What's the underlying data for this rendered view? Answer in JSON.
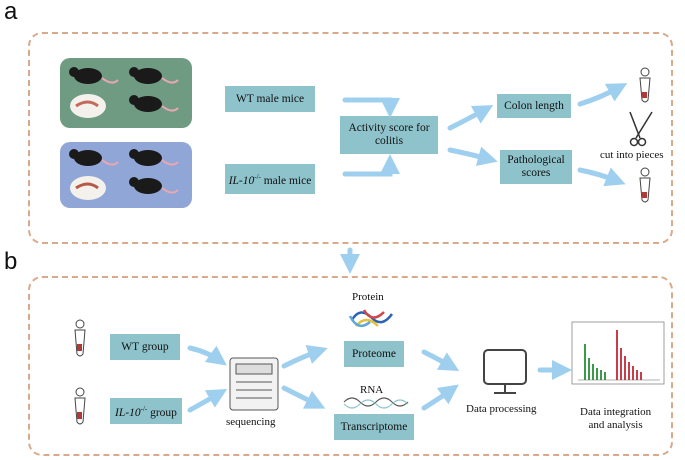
{
  "panels": {
    "a": "a",
    "b": "b"
  },
  "colors": {
    "frame": "#d9a98a",
    "box": "#8ec3cc",
    "arrow": "#9fcfee",
    "wt_bg": "#6f9b82",
    "il10_bg": "#8fa6d6"
  },
  "panel_a": {
    "wt_mice": "WT male mice",
    "il10_prefix": "IL-10",
    "il10_sup": "-/-",
    "il10_suffix": " male mice",
    "activity": "Activity score for colitis",
    "colon": "Colon length",
    "pathological": "Pathological scores",
    "cut": "cut into pieces"
  },
  "panel_b": {
    "wt_group": "WT group",
    "il10_prefix": "IL-10",
    "il10_sup": "-/-",
    "il10_suffix": " group",
    "sequencing": "sequencing",
    "protein": "Protein",
    "proteome": "Proteome",
    "rna": "RNA",
    "transcriptome": "Transcriptome",
    "processing": "Data processing",
    "integration_l1": "Data integration",
    "integration_l2": "and analysis"
  }
}
